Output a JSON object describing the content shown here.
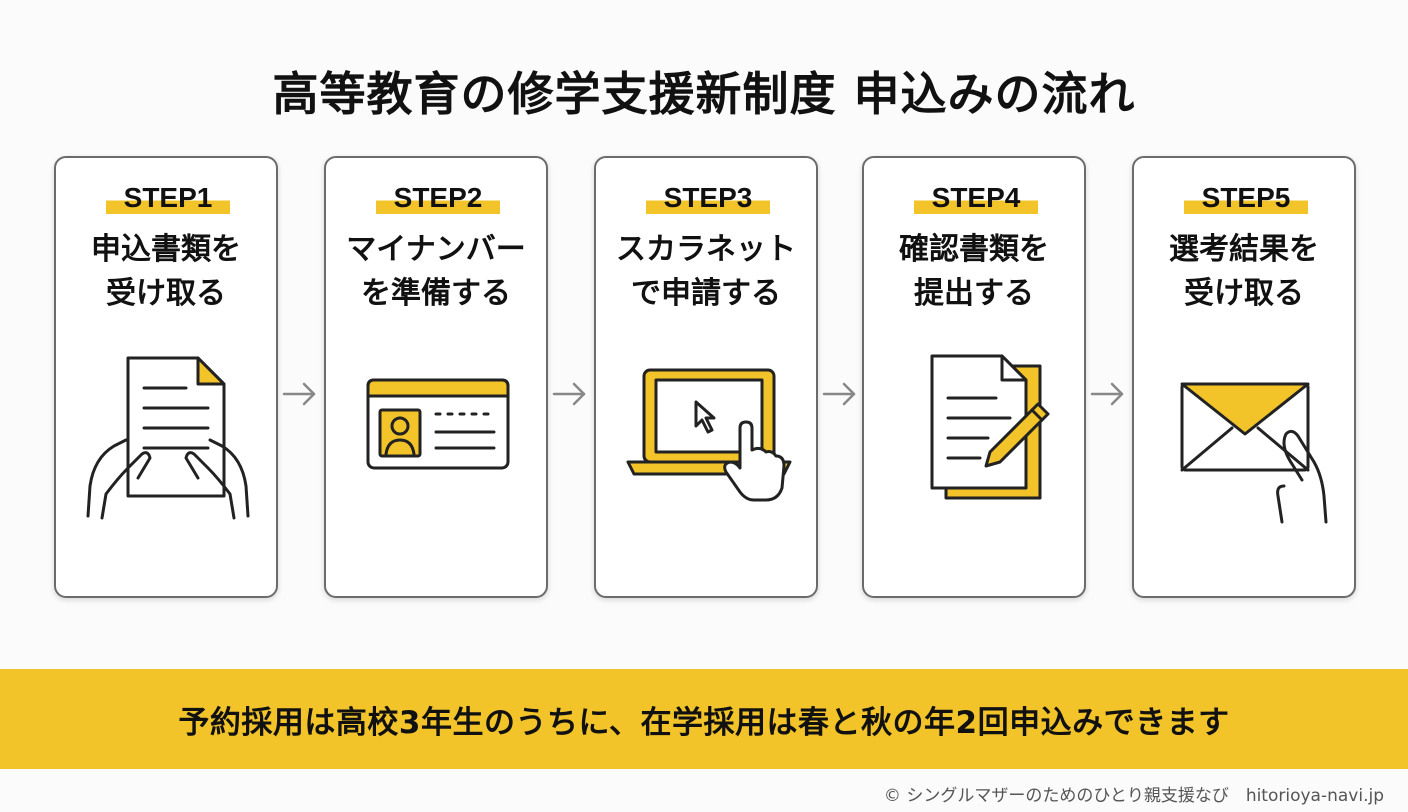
{
  "title": "高等教育の修学支援新制度 申込みの流れ",
  "steps": [
    {
      "badge": "STEP1",
      "line1": "申込書類を",
      "line2": "受け取る",
      "icon": "document-in-hands-icon"
    },
    {
      "badge": "STEP2",
      "line1": "マイナンバー",
      "line2": "を準備する",
      "icon": "id-card-icon"
    },
    {
      "badge": "STEP3",
      "line1": "スカラネット",
      "line2": "で申請する",
      "icon": "laptop-click-icon"
    },
    {
      "badge": "STEP4",
      "line1": "確認書類を",
      "line2": "提出する",
      "icon": "document-pencil-icon"
    },
    {
      "badge": "STEP5",
      "line1": "選考結果を",
      "line2": "受け取る",
      "icon": "envelope-in-hand-icon"
    }
  ],
  "arrow_icon": "arrow-right-icon",
  "banner": "予約採用は高校3年生のうちに、在学採用は春と秋の年2回申込みできます",
  "credit": "© シングルマザーのためのひとり親支援なび　hitorioya-navi.jp",
  "colors": {
    "accent": "#f2c42a",
    "stroke": "#222222",
    "card_border": "#6b6b6b"
  }
}
